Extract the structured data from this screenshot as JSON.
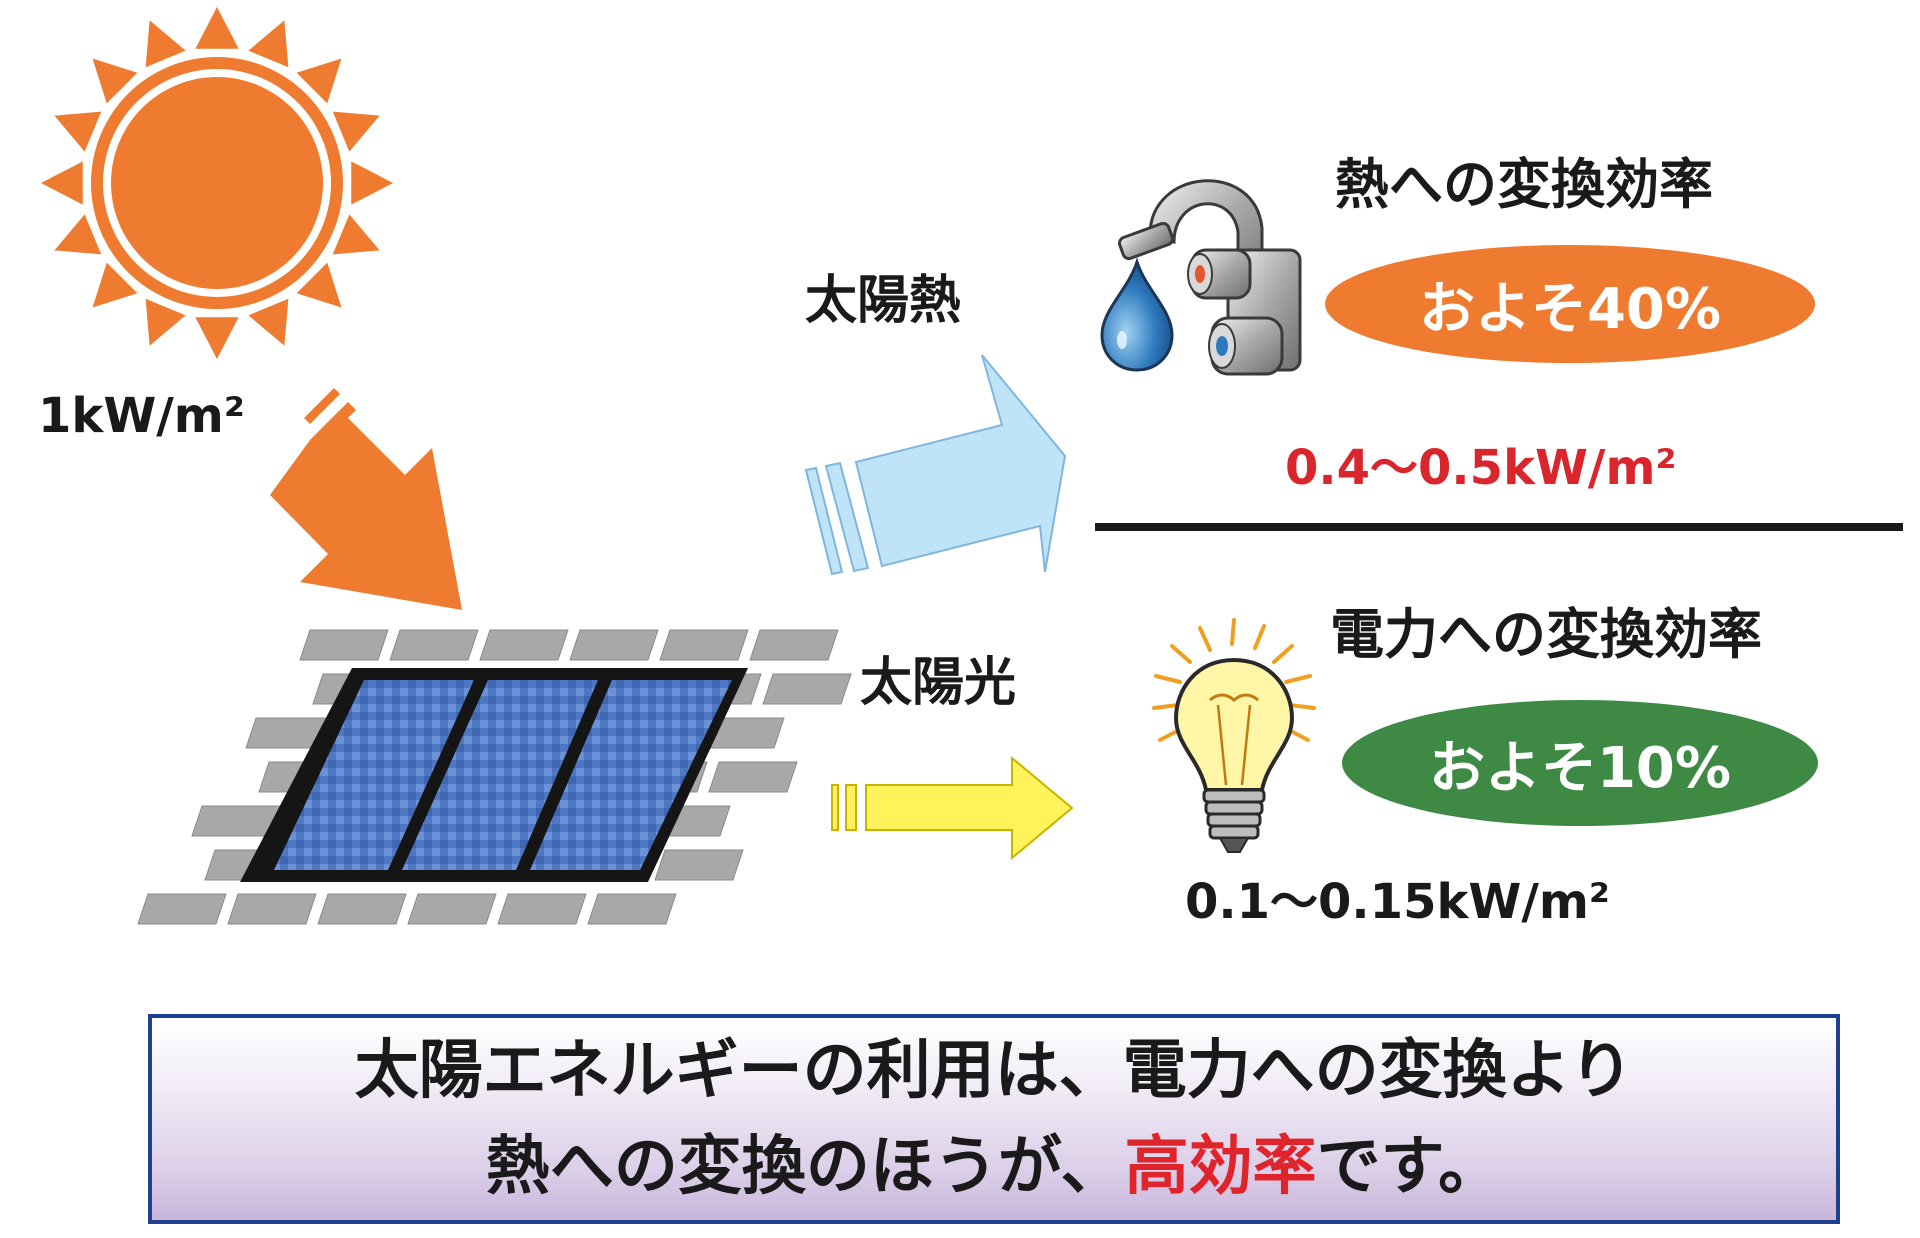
{
  "irradiance": "1kW/m²",
  "heat": {
    "label": "太陽熱",
    "title": "熱への変換効率",
    "efficiency": "およそ40%",
    "range": "0.4～0.5kW/m²",
    "color": "#ee7b2f"
  },
  "electric": {
    "label": "太陽光",
    "title": "電力への変換効率",
    "efficiency": "およそ10%",
    "range": "0.1～0.15kW/m²",
    "color": "#3e8a45"
  },
  "summary": {
    "line1": "太陽エネルギーの利用は、電力への変換より",
    "line2_before": "熱への変換のほうが、",
    "line2_highlight": "高効率",
    "line2_after": "です。"
  },
  "colors": {
    "sun": "#ee7b2f",
    "heat_arrow": "#bfe3f7",
    "light_arrow": "#fff25a",
    "highlight": "#e0242b",
    "panel_blue": "#4f78c4"
  },
  "icons": [
    "sun-icon",
    "solar-panel-icon",
    "faucet-icon",
    "water-drop-icon",
    "light-bulb-icon"
  ]
}
